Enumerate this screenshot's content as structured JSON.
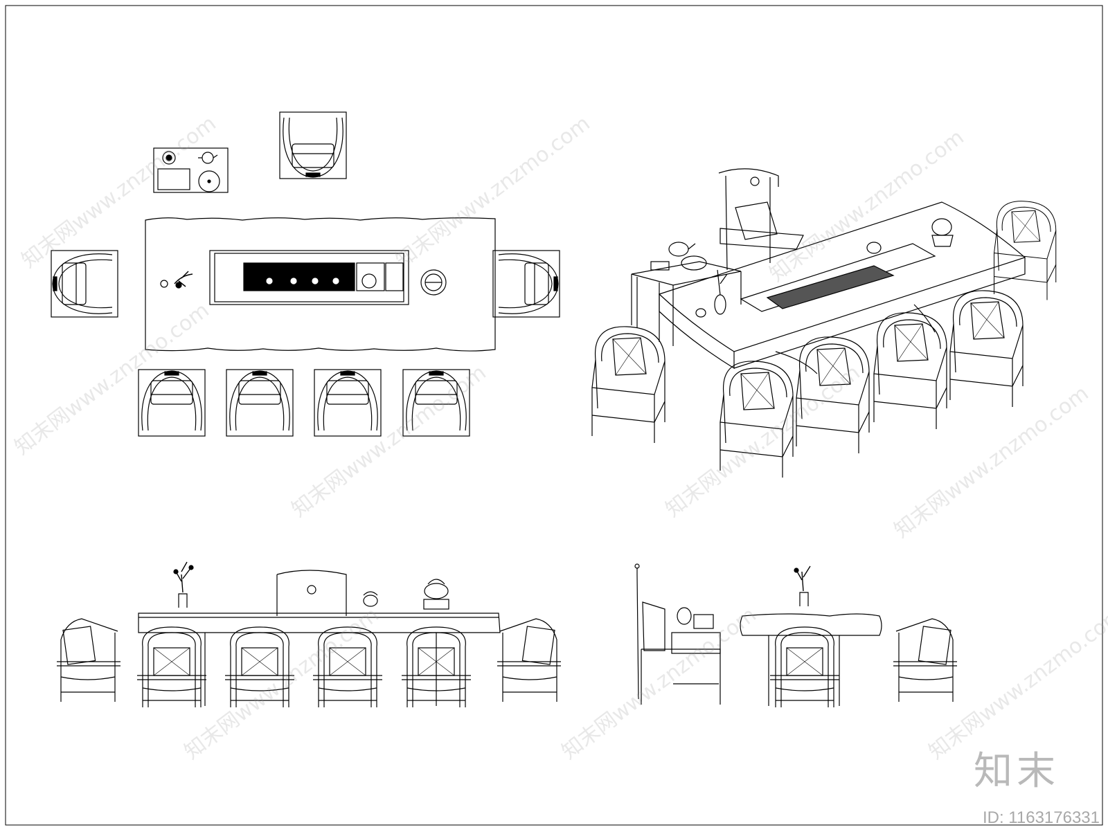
{
  "watermark": {
    "site": "知末网www.znzmo.com"
  },
  "brand": {
    "logo_text": "知末",
    "id_text": "ID: 1163176331"
  },
  "colors": {
    "line": "#000000",
    "background": "#ffffff",
    "watermark": "#9a9a9a"
  }
}
